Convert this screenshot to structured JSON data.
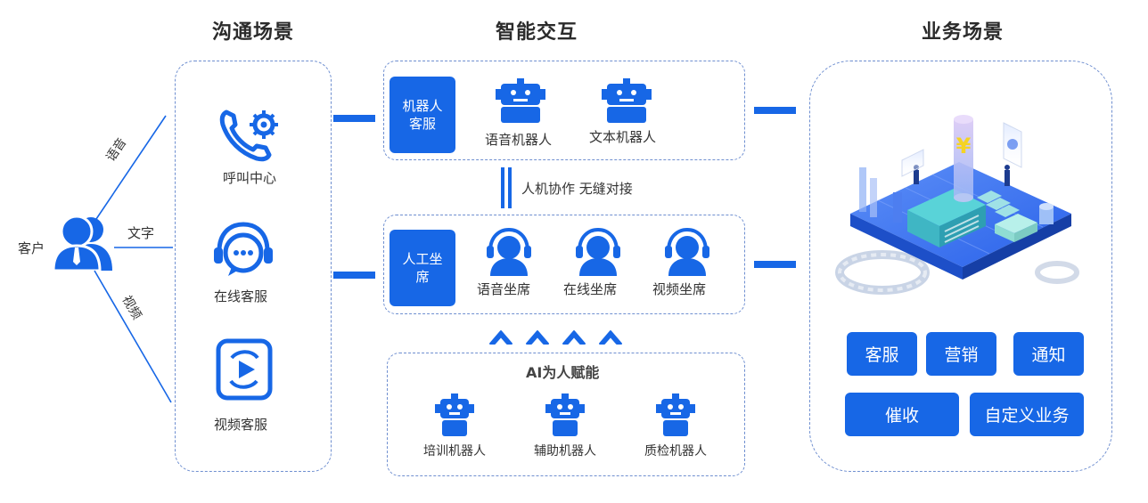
{
  "titles": {
    "channels": "沟通场景",
    "interaction": "智能交互",
    "business": "业务场景"
  },
  "customer": {
    "label": "客户"
  },
  "links": {
    "voice": "语音",
    "text": "文字",
    "video": "视频"
  },
  "channels": {
    "call_center": "呼叫中心",
    "online_service": "在线客服",
    "video_service": "视频客服"
  },
  "robot_panel": {
    "tag": "机器人客服",
    "voice_robot": "语音机器人",
    "text_robot": "文本机器人"
  },
  "collab": "人机协作 无缝对接",
  "agent_panel": {
    "tag": "人工坐席",
    "voice_agent": "语音坐席",
    "online_agent": "在线坐席",
    "video_agent": "视频坐席"
  },
  "ai_panel": {
    "title": "AI为人赋能",
    "training_robot": "培训机器人",
    "assist_robot": "辅助机器人",
    "qa_robot": "质检机器人"
  },
  "business": {
    "service": "客服",
    "marketing": "营销",
    "notify": "通知",
    "collection": "催收",
    "custom": "自定义业务"
  },
  "colors": {
    "accent": "#1767e6",
    "dashed_border": "#6f8fd0"
  }
}
